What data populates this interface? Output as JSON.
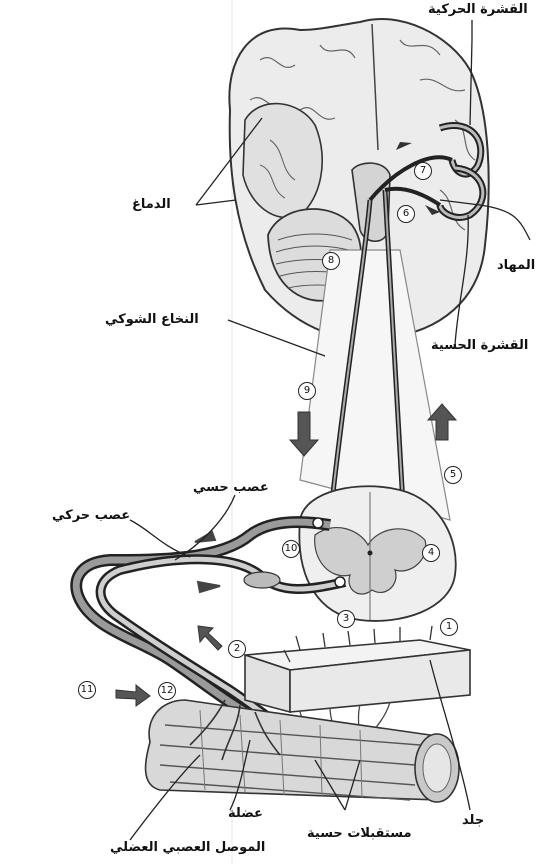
{
  "labels": {
    "motor_cortex": "القشرة الحركية",
    "brain": "الدماغ",
    "thalamus": "المهاد",
    "spinal_cord": "النخاع الشوكي",
    "sensory_cortex": "القشرة الحسية",
    "sensory_nerve": "عصب حسي",
    "motor_nerve": "عصب حركي",
    "muscle": "عضلة",
    "neuromuscular_junction": "الموصل العصبي العضلي",
    "sensory_receptors": "مستقبلات حسية",
    "skin": "جلد"
  },
  "steps": [
    "1",
    "2",
    "3",
    "4",
    "5",
    "6",
    "7",
    "8",
    "9",
    "10",
    "11",
    "12"
  ]
}
